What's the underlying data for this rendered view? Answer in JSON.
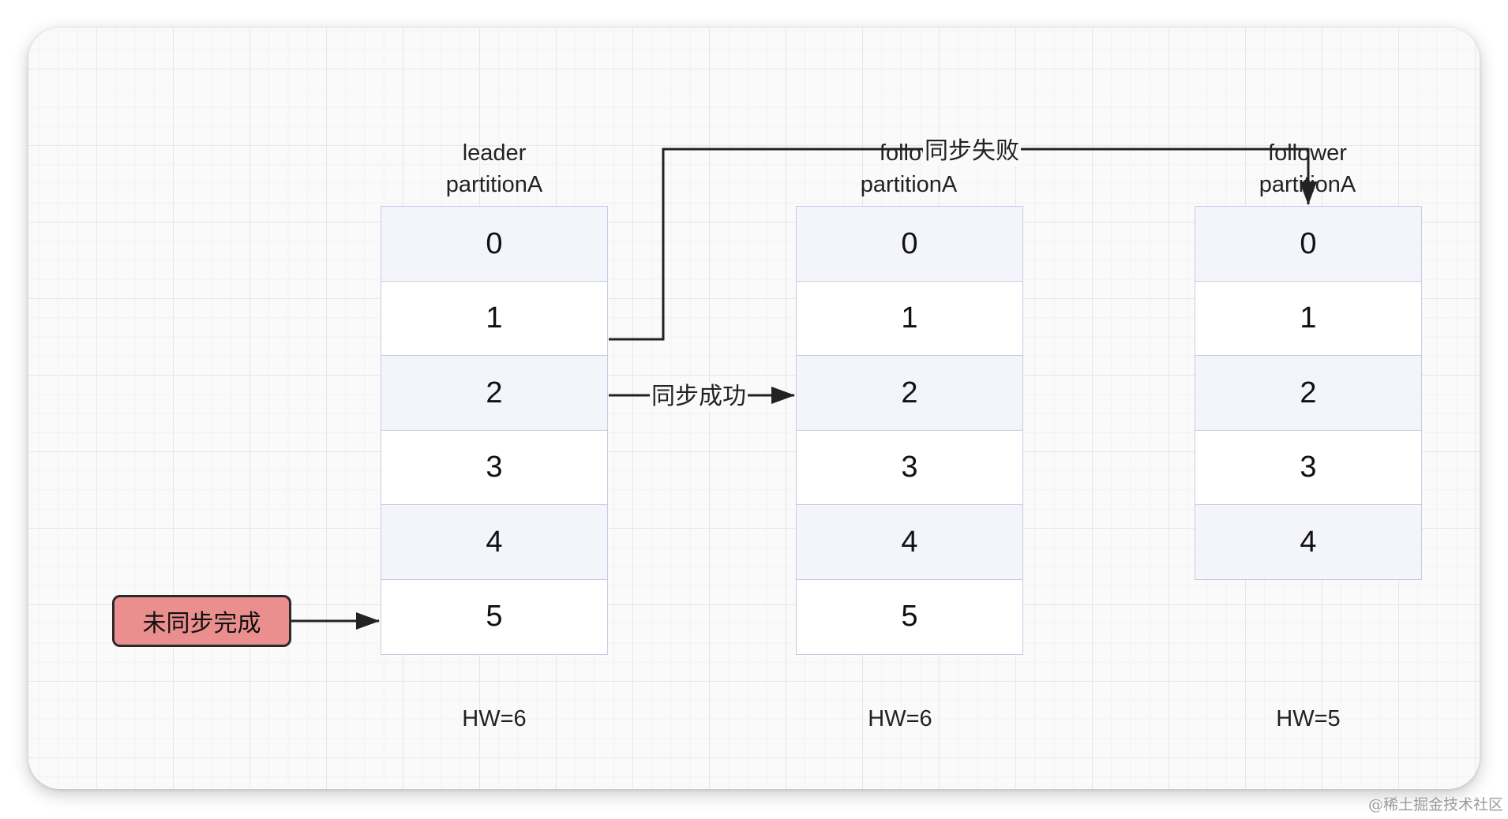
{
  "columns": [
    {
      "title_line1": "leader",
      "title_line2": "partitionA",
      "cells": [
        "0",
        "1",
        "2",
        "3",
        "4",
        "5"
      ],
      "hw": "HW=6"
    },
    {
      "title_line1": "follow",
      "title_line2": "partitionA",
      "cells": [
        "0",
        "1",
        "2",
        "3",
        "4",
        "5"
      ],
      "hw": "HW=6"
    },
    {
      "title_line1": "follower",
      "title_line2": "partitionA",
      "cells": [
        "0",
        "1",
        "2",
        "3",
        "4"
      ],
      "hw": "HW=5"
    }
  ],
  "edges": {
    "sync_fail_label": "同步失败",
    "sync_success_label": "同步成功"
  },
  "unsync_box": {
    "label": "未同步完成",
    "color": "#ea8f8e"
  },
  "colors": {
    "cell_shade": "#f4f5fb",
    "cell_border": "#c9cbe4",
    "arrow": "#222222"
  },
  "watermark": "@稀土掘金技术社区"
}
